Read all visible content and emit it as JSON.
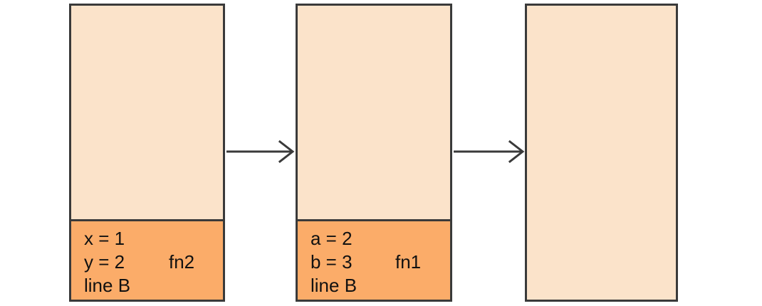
{
  "diagram": {
    "type": "call-stack-sequence",
    "background_color": "#ffffff",
    "box_fill_color": "#fbe3ca",
    "frame_fill_color": "#fbac69",
    "border_color": "#3a3a3a",
    "arrow_color": "#3a3a3a",
    "stacks": [
      {
        "id": "stack-1",
        "frames": [
          {
            "name": "fn2",
            "lines": [
              "x = 1",
              "y = 2",
              "line B"
            ],
            "fn_label_line_index": 1
          }
        ]
      },
      {
        "id": "stack-2",
        "frames": [
          {
            "name": "fn1",
            "lines": [
              "a = 2",
              "b = 3",
              "line B"
            ],
            "fn_label_line_index": 1
          }
        ]
      },
      {
        "id": "stack-3",
        "frames": []
      }
    ],
    "arrows": [
      {
        "id": "arrow-1",
        "from": "stack-1",
        "to": "stack-2"
      },
      {
        "id": "arrow-2",
        "from": "stack-2",
        "to": "stack-3"
      }
    ]
  }
}
